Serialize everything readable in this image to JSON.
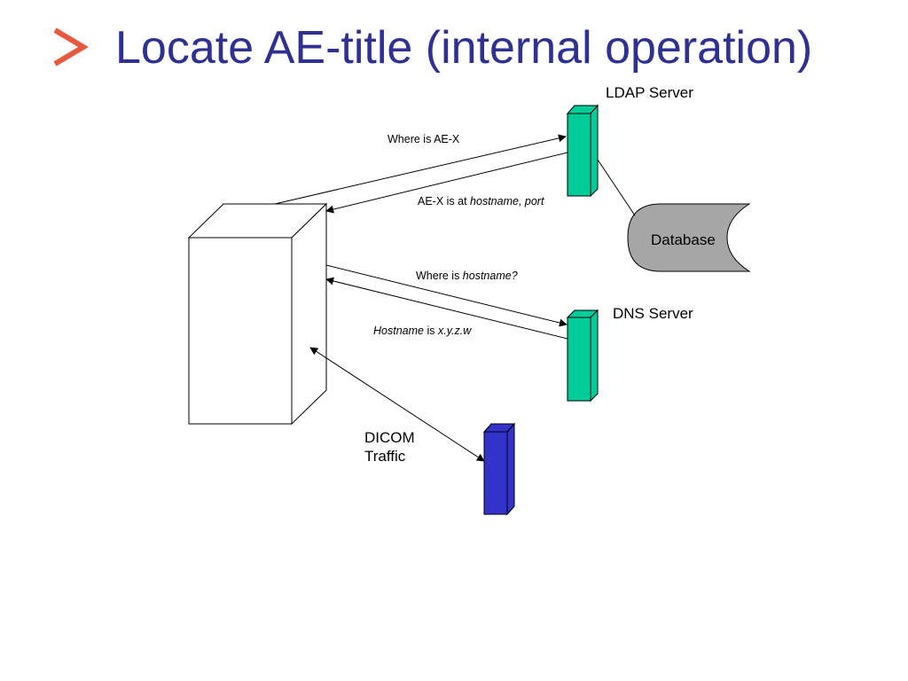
{
  "slide": {
    "title": "Locate AE-title (internal operation)"
  },
  "labels": {
    "ldap_server": "LDAP Server",
    "database": "Database",
    "dns_server": "DNS Server",
    "dicom_line1": "DICOM",
    "dicom_line2": "Traffic"
  },
  "messages": {
    "where_is_ae": "Where is AE-X",
    "ae_is_at_prefix": "AE-X is at ",
    "ae_is_at_italic": "hostname, port",
    "where_is_host_prefix": "Where is ",
    "where_is_host_italic": "hostname?",
    "host_is_italic": "Hostname",
    "host_is_mid": " is ",
    "host_is_value": "x.y.z.w"
  },
  "colors": {
    "title": "#2e3192",
    "bullet": "#e8573f",
    "server_green": "#00cc99",
    "dicom_blue": "#3333cc",
    "database_gray": "#a6a6a6"
  },
  "icons": {
    "bullet": "chevron-right-icon"
  }
}
